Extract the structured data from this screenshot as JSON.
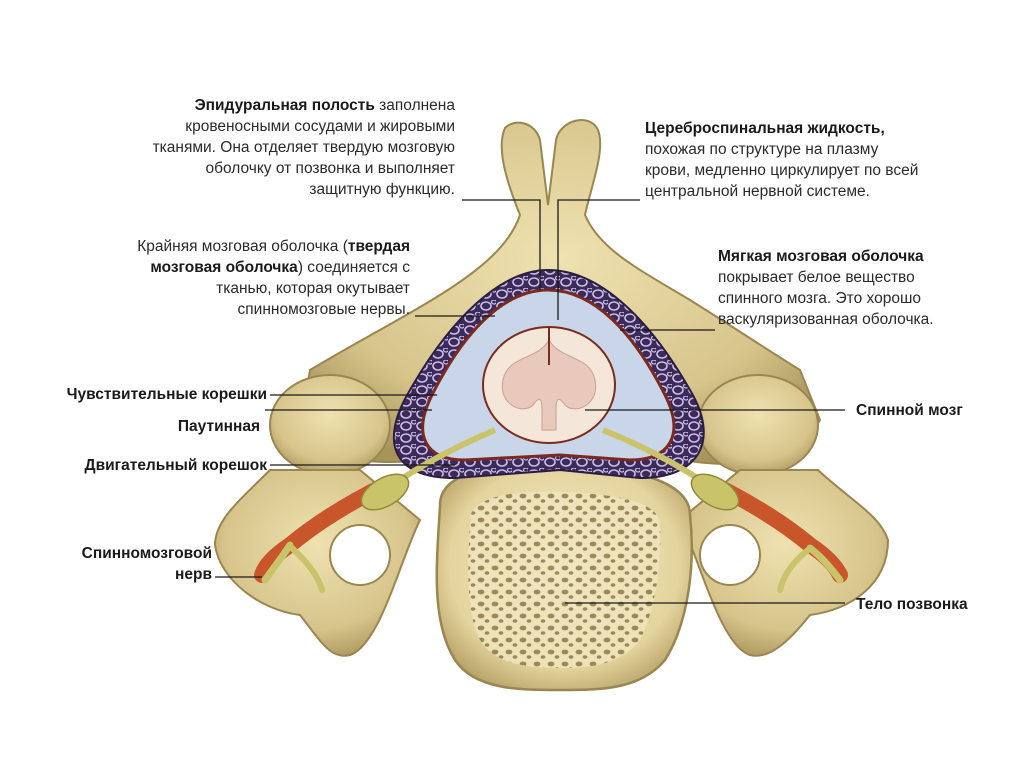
{
  "labels": {
    "epidural": {
      "term": "Эпидуральная полость",
      "lines": [
        " заполнена",
        "кровеносными сосудами и жировыми",
        "тканями. Она отделяет твердую мозговую",
        "оболочку от позвонка и выполняет",
        "защитную функцию."
      ]
    },
    "csf": {
      "term": "Цереброспинальная жидкость",
      "lines": [
        ",",
        "похожая по структуре на плазму",
        "крови, медленно циркулирует по всей",
        "центральной нервной системе."
      ]
    },
    "dura": {
      "line1_a": "Крайняя мозговая оболочка (",
      "line1_term": "твердая",
      "line2_term": "мозговая оболочка",
      "line2_b": ") соединяется с",
      "lines": [
        "тканью, которая окутывает",
        "спинномозговые нервы."
      ]
    },
    "pia": {
      "term": "Мягкая мозговая оболочка",
      "lines": [
        "покрывает белое вещество",
        "спинного мозга. Это хорошо",
        "васкуляризованная оболочка."
      ]
    },
    "sensory_roots": "Чувствительные корешки",
    "arachnoid": "Паутинная",
    "motor_root": "Двигательный корешок",
    "spinal_nerve": [
      "Спинномозговой",
      "нерв"
    ],
    "spinal_cord": "Спинной мозг",
    "vertebral_body": "Тело позвонка"
  },
  "colors": {
    "bone": "#d8c68e",
    "bone_dark": "#a8935a",
    "epidural": "#3b2a5a",
    "csf": "#c9d6ea",
    "cord": "#f4e6d8",
    "nerve_yellow": "#c9c46a",
    "nerve_red": "#c9552b"
  }
}
